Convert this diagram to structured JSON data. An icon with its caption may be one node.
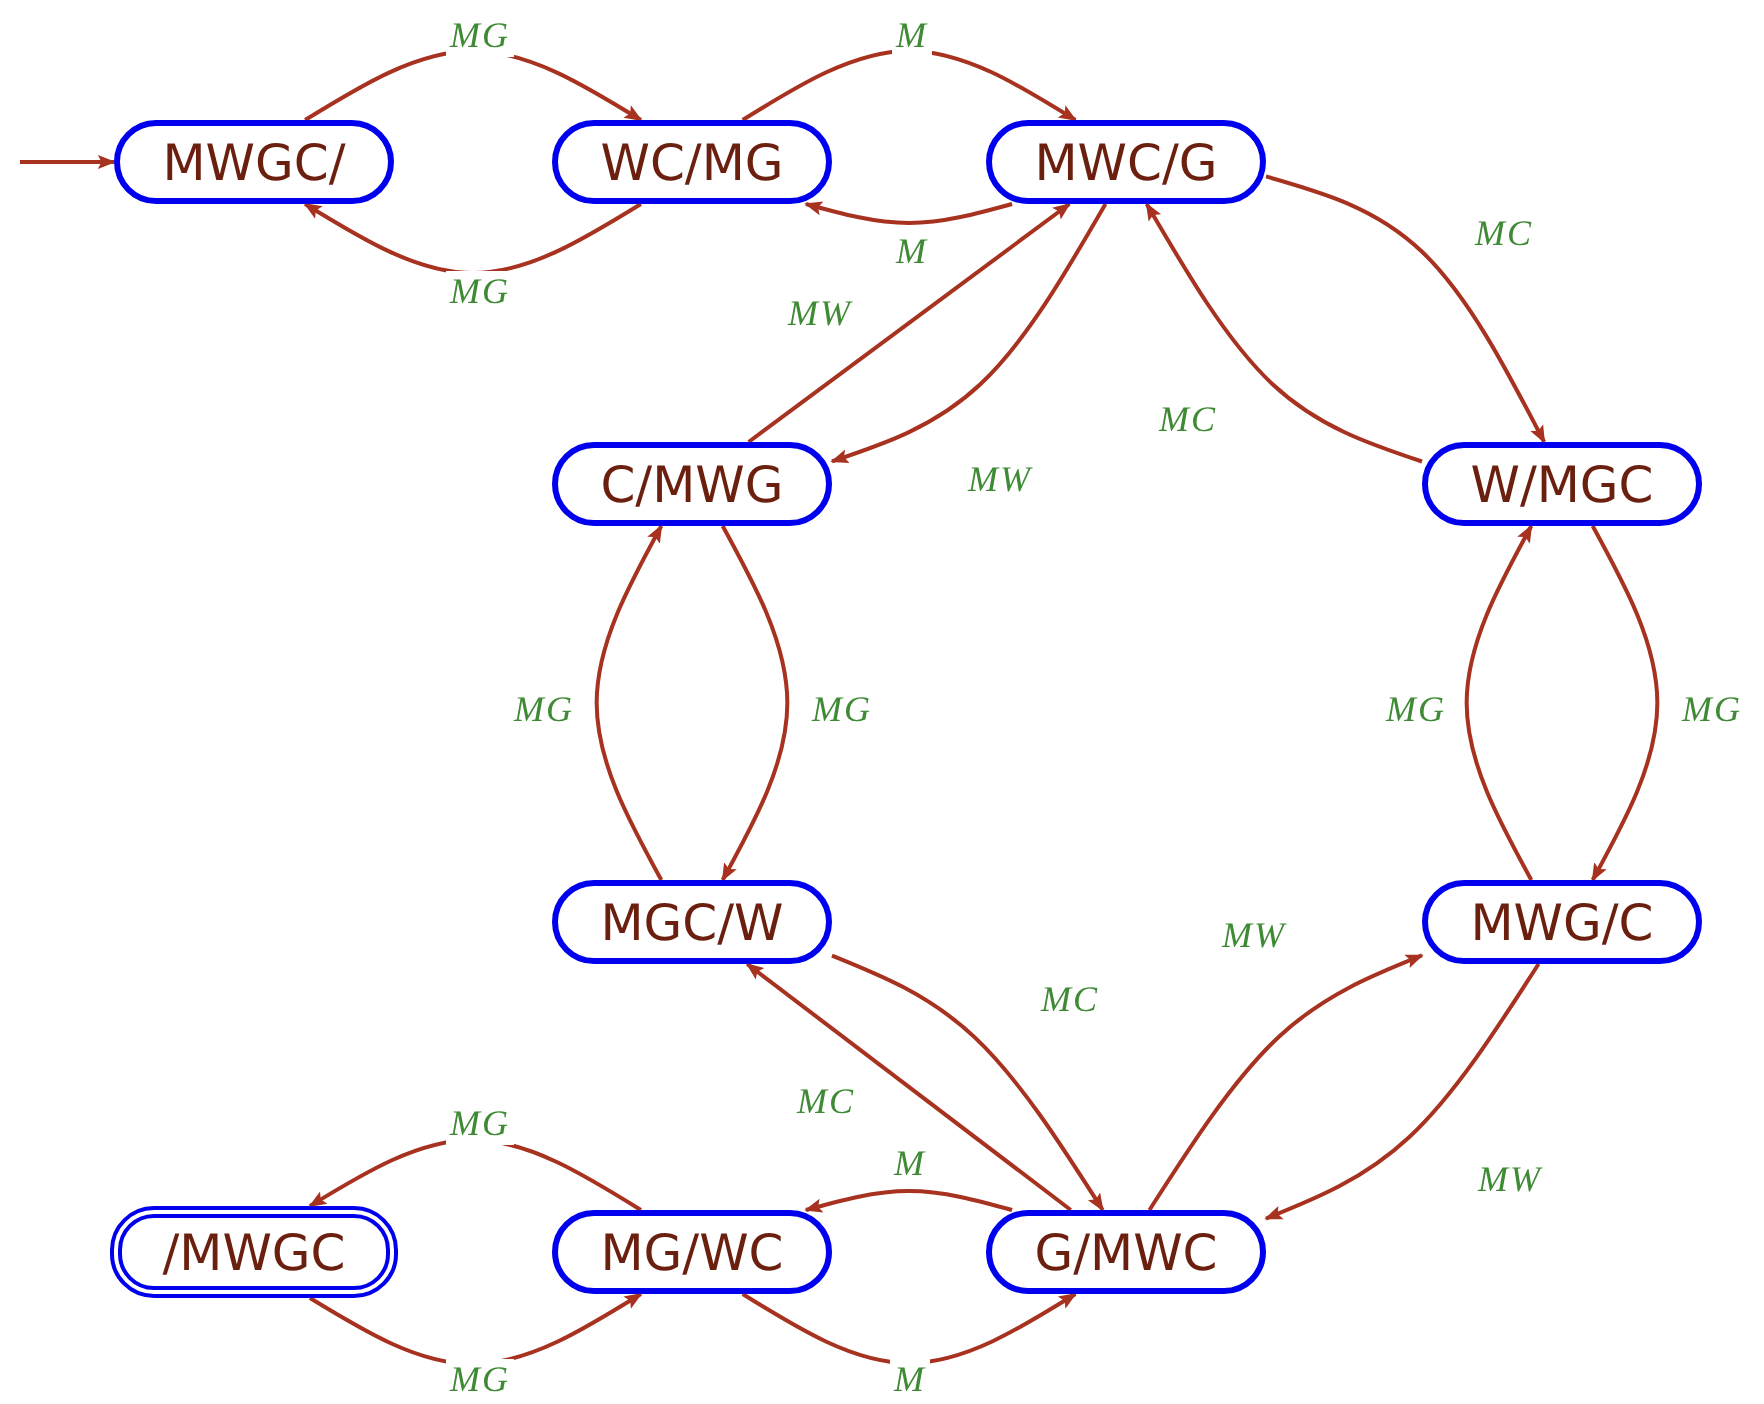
{
  "diagram": {
    "nodes": [
      {
        "text": [
          "MWGC/"
        ]
      },
      {
        "text": [
          "WC/MG"
        ]
      },
      {
        "text": [
          "MWC/G"
        ]
      },
      {
        "text": [
          "C/MWG"
        ]
      },
      {
        "text": [
          "W/MGC"
        ]
      },
      {
        "text": [
          "MGC/W"
        ]
      },
      {
        "text": [
          "MWG/C"
        ]
      },
      {
        "text": [
          "/MWGC"
        ]
      },
      {
        "text": [
          "MG/WC"
        ]
      },
      {
        "text": [
          "G/MWC"
        ]
      }
    ],
    "edges": [
      {
        "from": null,
        "to": 0,
        "arrow": "to"
      },
      {
        "from": 0,
        "to": 1,
        "arrow": "to",
        "label": "MG"
      },
      {
        "from": 1,
        "to": 0,
        "arrow": "to",
        "label": "MG"
      },
      {
        "from": 1,
        "to": 2,
        "arrow": "to",
        "label": "M"
      },
      {
        "from": 2,
        "to": 1,
        "arrow": "to",
        "label": "M"
      },
      {
        "from": 2,
        "to": 4,
        "arrow": "to",
        "label": "MC"
      },
      {
        "from": 4,
        "to": 2,
        "arrow": "to",
        "label": "MC"
      },
      {
        "from": 3,
        "to": 2,
        "arrow": "to",
        "label": "MW"
      },
      {
        "from": 2,
        "to": 3,
        "arrow": "to",
        "label": "MW"
      },
      {
        "from": 3,
        "to": 5,
        "arrow": "to",
        "label": "MG"
      },
      {
        "from": 5,
        "to": 3,
        "arrow": "to",
        "label": "MG"
      },
      {
        "from": 4,
        "to": 6,
        "arrow": "to",
        "label": "MG"
      },
      {
        "from": 6,
        "to": 4,
        "arrow": "to",
        "label": "MG"
      },
      {
        "from": 5,
        "to": 9,
        "arrow": "to",
        "label": "MC"
      },
      {
        "from": 9,
        "to": 5,
        "arrow": "to",
        "label": "MC"
      },
      {
        "from": 9,
        "to": 6,
        "arrow": "to",
        "label": "MW"
      },
      {
        "from": 6,
        "to": 9,
        "arrow": "to",
        "label": "MW"
      },
      {
        "from": 9,
        "to": 8,
        "arrow": "to",
        "label": "M"
      },
      {
        "from": 8,
        "to": 9,
        "arrow": "to",
        "label": "M"
      },
      {
        "from": 8,
        "to": 7,
        "arrow": "to",
        "label": "MG"
      },
      {
        "from": 7,
        "to": 8,
        "arrow": "to",
        "label": "MG"
      }
    ]
  }
}
